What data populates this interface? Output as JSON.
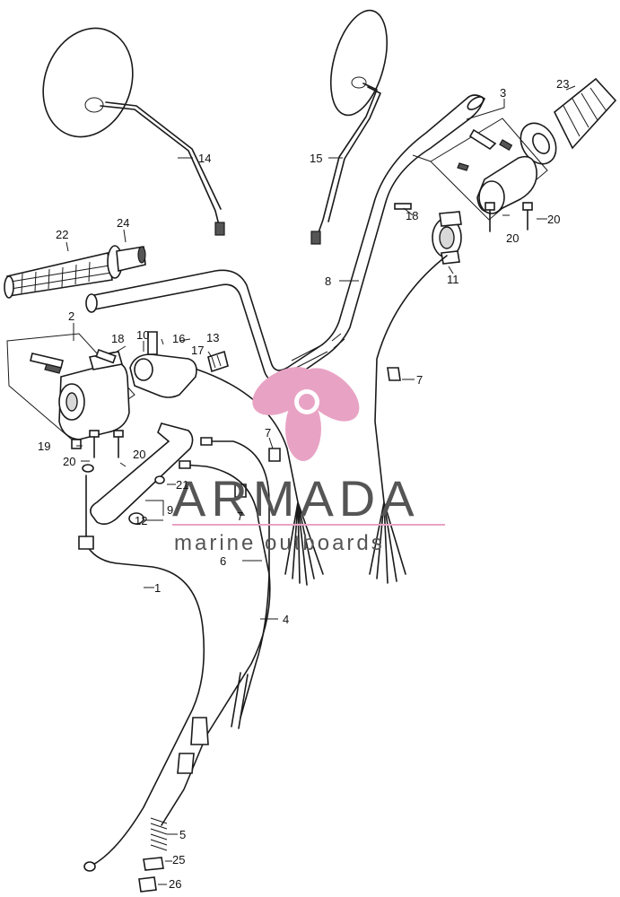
{
  "diagram": {
    "callouts": [
      {
        "id": "1",
        "label": "1"
      },
      {
        "id": "2",
        "label": "2"
      },
      {
        "id": "3",
        "label": "3"
      },
      {
        "id": "4",
        "label": "4"
      },
      {
        "id": "5",
        "label": "5"
      },
      {
        "id": "6",
        "label": "6"
      },
      {
        "id": "7a",
        "label": "7"
      },
      {
        "id": "7b",
        "label": "7"
      },
      {
        "id": "7c",
        "label": "7"
      },
      {
        "id": "8",
        "label": "8"
      },
      {
        "id": "9",
        "label": "9"
      },
      {
        "id": "10",
        "label": "10"
      },
      {
        "id": "11",
        "label": "11"
      },
      {
        "id": "12",
        "label": "12"
      },
      {
        "id": "13",
        "label": "13"
      },
      {
        "id": "14",
        "label": "14"
      },
      {
        "id": "15",
        "label": "15"
      },
      {
        "id": "16",
        "label": "16"
      },
      {
        "id": "17",
        "label": "17"
      },
      {
        "id": "18a",
        "label": "18"
      },
      {
        "id": "18b",
        "label": "18"
      },
      {
        "id": "19",
        "label": "19"
      },
      {
        "id": "20a",
        "label": "20"
      },
      {
        "id": "20b",
        "label": "20"
      },
      {
        "id": "20c",
        "label": "20"
      },
      {
        "id": "20d",
        "label": "20"
      },
      {
        "id": "21",
        "label": "21"
      },
      {
        "id": "22",
        "label": "22"
      },
      {
        "id": "23",
        "label": "23"
      },
      {
        "id": "24",
        "label": "24"
      },
      {
        "id": "25",
        "label": "25"
      },
      {
        "id": "26",
        "label": "26"
      }
    ]
  },
  "watermark": {
    "brand": "ARMADA",
    "tagline": "marine outboards",
    "pink": "#e8a3c4",
    "grey": "#555555"
  }
}
